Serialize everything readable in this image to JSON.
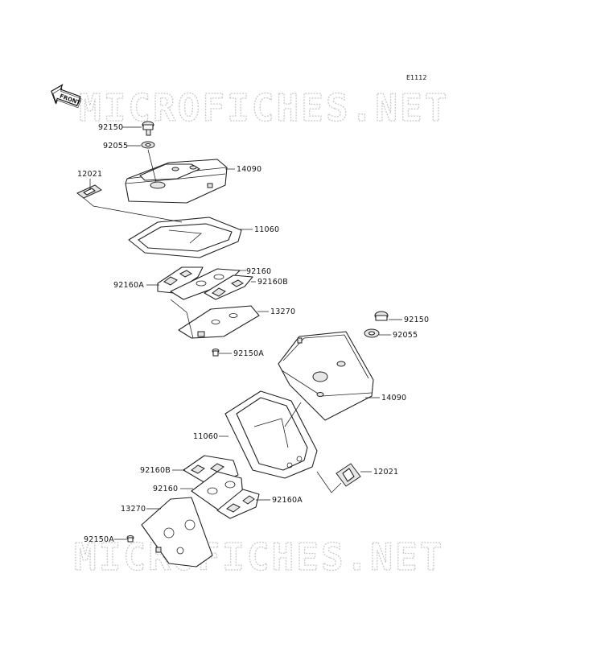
{
  "diagram_code": "E1112",
  "front_label": "FRONT",
  "watermark": "MICROFICHES.NET",
  "parts": {
    "bolt_top": "92150",
    "washer_top": "92055",
    "cover_top": "14090",
    "grommet_top": "12021",
    "gasket_top": "11060",
    "seal_a_top": "92160A",
    "seal_mid_top": "92160",
    "seal_b_top": "92160B",
    "plate_top": "13270",
    "bolt_a_top": "92150A",
    "bolt_right": "92150",
    "washer_right": "92055",
    "cover_right": "14090",
    "gasket_bottom": "11060",
    "grommet_bottom": "12021",
    "seal_b_bottom": "92160B",
    "seal_mid_bottom": "92160",
    "seal_a_bottom": "92160A",
    "plate_bottom": "13270",
    "bolt_a_bottom": "92150A"
  }
}
